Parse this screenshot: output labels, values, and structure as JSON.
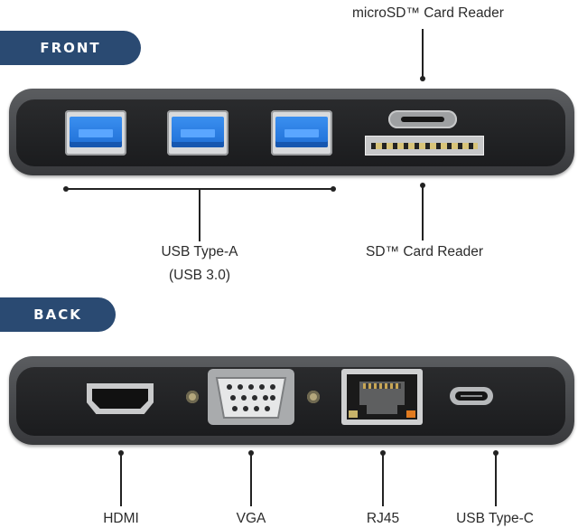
{
  "front": {
    "tag": "FRONT",
    "labels": {
      "microsd": "microSD™ Card Reader",
      "sd": "SD™ Card Reader",
      "usb_a_line1": "USB Type-A",
      "usb_a_line2": "(USB 3.0)"
    }
  },
  "back": {
    "tag": "BACK",
    "labels": {
      "hdmi": "HDMI",
      "vga": "VGA",
      "rj45": "RJ45",
      "usb_c": "USB Type-C"
    }
  },
  "colors": {
    "tag_bg": "#2a4a72",
    "usb_blue": "#1f6fd6",
    "hub_body": "#4a4c4f"
  },
  "icons": [
    "usb-a-port-icon",
    "microsd-slot-icon",
    "sd-slot-icon",
    "hdmi-port-icon",
    "vga-port-icon",
    "rj45-port-icon",
    "usb-c-port-icon",
    "screw-icon"
  ]
}
